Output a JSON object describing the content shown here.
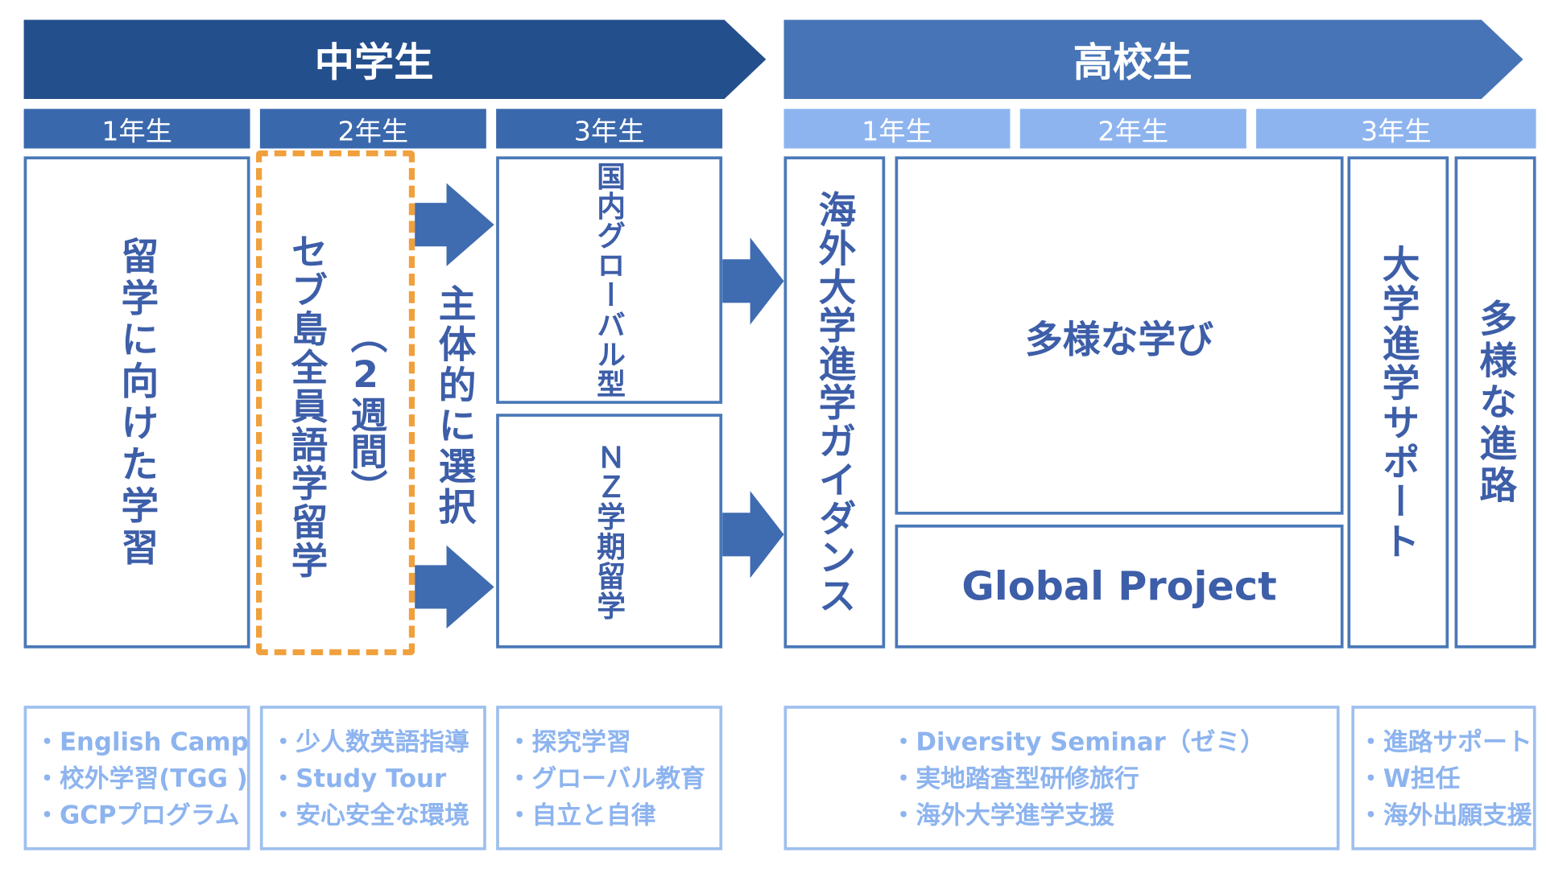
{
  "banners": {
    "junior_high": "中学生",
    "high_school": "高校生"
  },
  "grades": {
    "jh": [
      "1年生",
      "2年生",
      "3年生"
    ],
    "hs": [
      "1年生",
      "2年生",
      "3年生"
    ]
  },
  "boxes": {
    "study_abroad_prep": "留学に向けた学習",
    "cebu_program": "セブ島全員語学留学",
    "cebu_duration": "（2週間）",
    "choice": "主体的に選択",
    "domestic_global": "国内グローバル型",
    "nz_term": "ＮＺ学期留学",
    "overseas_guidance": "海外大学進学ガイダンス",
    "diverse_learning": "多様な学び",
    "global_project": "Global Project",
    "university_support": "大学進学サポート",
    "diverse_paths": "多様な進路"
  },
  "bullets": {
    "jh1": [
      "English Camp",
      "校外学習(TGG )",
      "GCPプログラム"
    ],
    "jh2": [
      "少人数英語指導",
      "Study Tour",
      "安心安全な環境"
    ],
    "jh3": [
      "探究学習",
      "グローバル教育",
      "自立と自律"
    ],
    "hs12": [
      "Diversity Seminar（ゼミ）",
      "実地踏査型研修旅行",
      "海外大学進学支援"
    ],
    "hs3": [
      "進路サポート",
      "W担任",
      "海外出願支援"
    ]
  },
  "colors": {
    "jh_banner": "#244f8d",
    "hs_banner": "#4774b6",
    "grade_dark": "#3a68ad",
    "grade_light": "#8db4ef",
    "text": "#3d5ea8",
    "highlight": "#f0a03c"
  }
}
